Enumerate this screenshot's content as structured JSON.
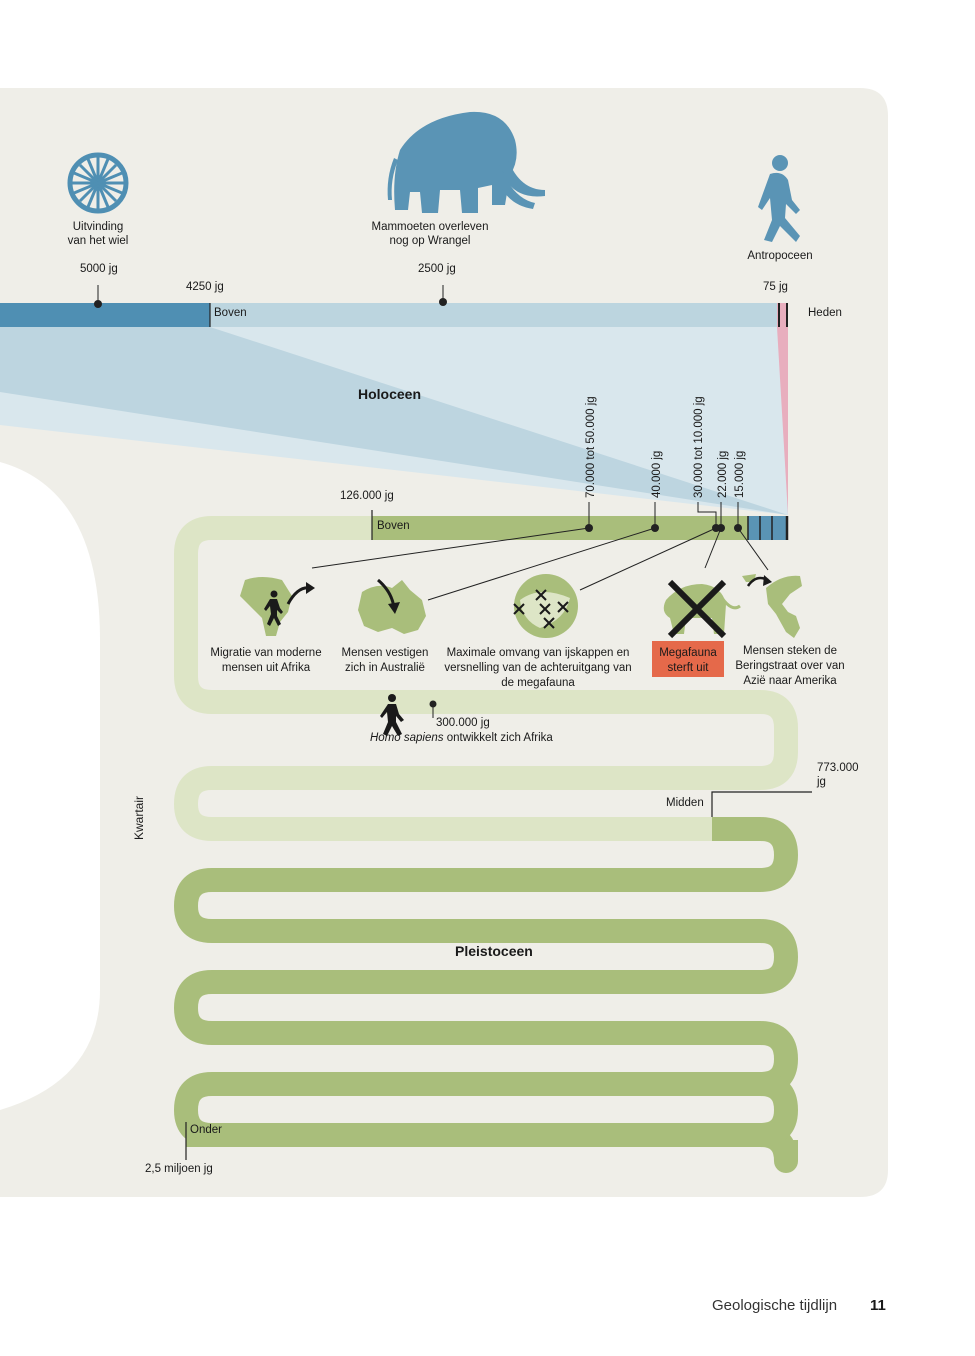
{
  "colors": {
    "panel": "#efeee8",
    "holocene_dark": "#4f8fb3",
    "holocene_light": "#bcd5df",
    "holocene_fan": "#d8e6ec",
    "pink": "#e8aebe",
    "pleistocene": "#a9be7b",
    "pleistocene_light": "#dde5c6",
    "megafauna_box": "#e5694a",
    "icon_blue": "#5a94b5",
    "icon_green": "#a9be7b"
  },
  "top_icons": {
    "wheel": {
      "label_line1": "Uitvinding",
      "label_line2": "van het wiel"
    },
    "mammoth": {
      "label_line1": "Mammoeten overleven",
      "label_line2": "nog op Wrangel"
    },
    "human": {
      "label": "Antropoceen"
    }
  },
  "holocene_bar": {
    "tick_5000": "5000 jg",
    "tick_4250": "4250 jg",
    "tick_2500": "2500 jg",
    "tick_75": "75 jg",
    "boven": "Boven",
    "heden": "Heden",
    "name": "Holoceen"
  },
  "pleistocene_bar": {
    "tick_126000": "126.000 jg",
    "boven": "Boven",
    "vertical_ticks": [
      "70.000 tot 50.000 jg",
      "40.000 jg",
      "30.000 tot 10.000 jg",
      "22.000 jg",
      "15.000 jg"
    ],
    "midden": "Midden",
    "tick_773000_line1": "773.000",
    "tick_773000_line2": "jg",
    "onder": "Onder",
    "tick_25": "2,5 miljoen jg",
    "name": "Pleistoceen",
    "era": "Kwartair"
  },
  "events": {
    "migration": {
      "line1": "Migratie van moderne",
      "line2": "mensen uit Afrika"
    },
    "australia": {
      "line1": "Mensen vestigen",
      "line2": "zich in Australië"
    },
    "ice": {
      "line1": "Maximale omvang van ijskappen en",
      "line2": "versnelling van de achteruitgang van",
      "line3": "de megafauna"
    },
    "megafauna": {
      "line1": "Megafauna",
      "line2": "sterft uit"
    },
    "bering": {
      "line1": "Mensen steken de",
      "line2": "Beringstraat over van",
      "line3": "Azië naar Amerika"
    },
    "homo": {
      "tick": "300.000 jg",
      "italic": "Homo sapiens",
      "rest": " ontwikkelt zich Afrika"
    }
  },
  "footer": {
    "title": "Geologische tijdlijn",
    "page": "11"
  }
}
